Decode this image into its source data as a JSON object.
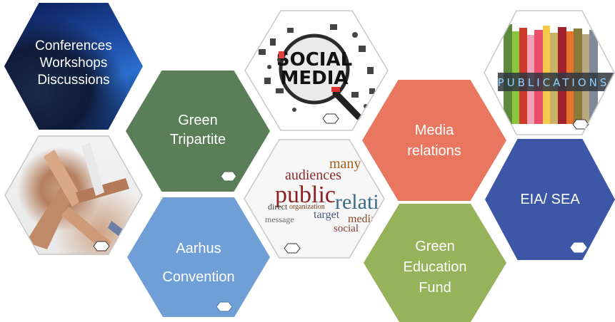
{
  "hexagons": {
    "conferences": {
      "lines": [
        "Conferences",
        "Workshops",
        "Discussions"
      ]
    },
    "green_tripartite": {
      "lines": [
        "Green",
        "Tripartite"
      ]
    },
    "social_media": {
      "lines": [
        "SOCIAL",
        "MEDIA"
      ]
    },
    "media_relations": {
      "lines": [
        "Media",
        "relations"
      ]
    },
    "publications": {
      "text": "PUBLICATIONS"
    },
    "eia_sea": {
      "lines": [
        "EIA/ SEA"
      ]
    },
    "aarhus": {
      "lines": [
        "Aarhus",
        "Convention"
      ]
    },
    "word_cloud": {
      "words": [
        "audiences",
        "public",
        "relati",
        "many",
        "direct",
        "target",
        "message",
        "media",
        "social",
        "organization"
      ]
    },
    "green_education": {
      "lines": [
        "Green",
        "Education",
        "Fund"
      ]
    }
  },
  "colors": {
    "green": "#5a7f58",
    "salmon": "#e9765f",
    "navy": "#3b57a5",
    "light_blue": "#6f9fd6",
    "olive": "#96b25a"
  }
}
